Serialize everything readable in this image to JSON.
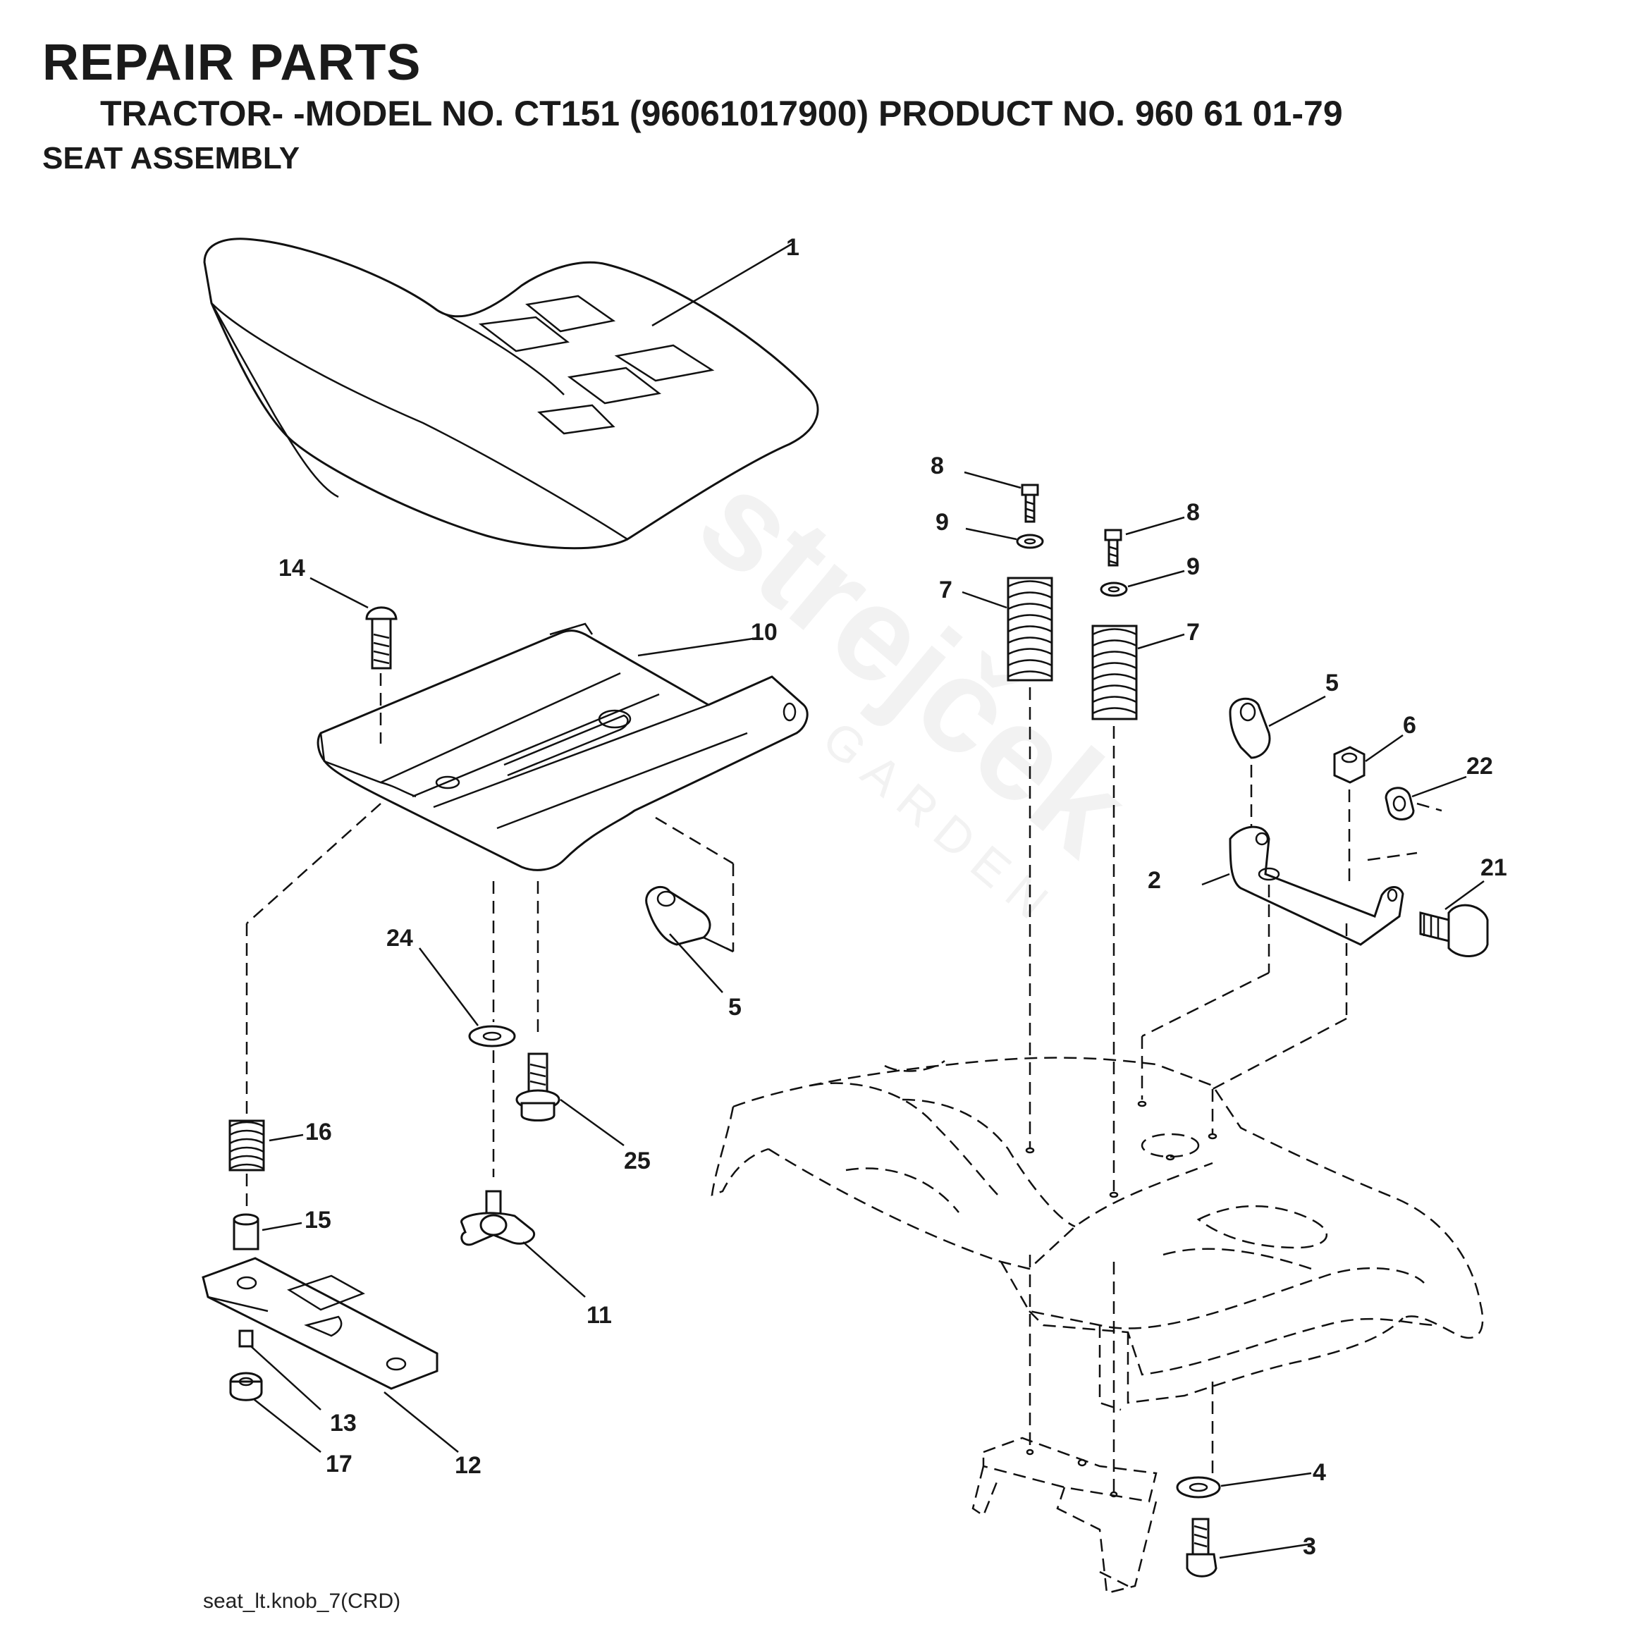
{
  "header": {
    "title": "REPAIR PARTS",
    "subtitle": "TRACTOR- -MODEL NO. CT151 (96061017900) PRODUCT NO. 960 61 01-79",
    "section": "SEAT ASSEMBLY"
  },
  "footer": {
    "drawing_ref": "seat_lt.knob_7(CRD)"
  },
  "watermark": {
    "brand": "strejček",
    "sub": "GARDEN"
  },
  "callouts": {
    "p1": "1",
    "p2": "2",
    "p3": "3",
    "p4": "4",
    "p5a": "5",
    "p5b": "5",
    "p6": "6",
    "p7a": "7",
    "p7b": "7",
    "p8a": "8",
    "p8b": "8",
    "p9a": "9",
    "p9b": "9",
    "p10": "10",
    "p11": "11",
    "p12": "12",
    "p13": "13",
    "p14": "14",
    "p15": "15",
    "p16": "16",
    "p17": "17",
    "p21": "21",
    "p22": "22",
    "p24": "24",
    "p25": "25"
  }
}
